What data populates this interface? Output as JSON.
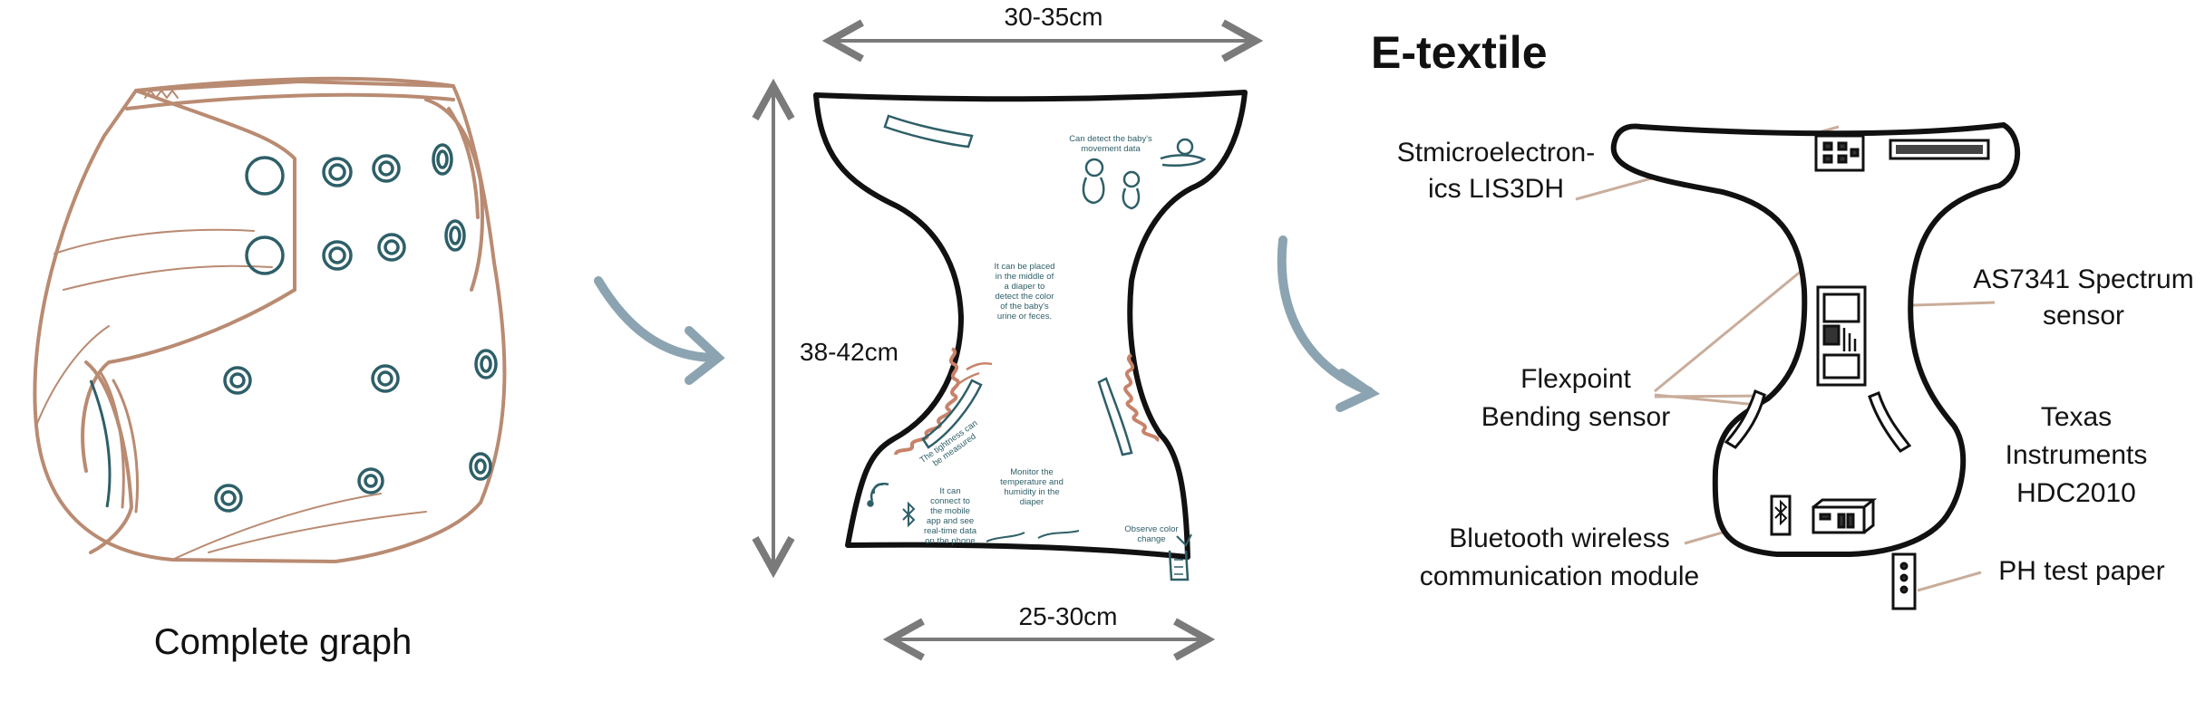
{
  "figure": {
    "panels": {
      "complete": {
        "caption": "Complete graph"
      },
      "flat": {
        "width_top": "30-35cm",
        "width_bottom": "25-30cm",
        "height": "38-42cm",
        "notes": {
          "movement_lines": [
            "Can detect the baby's",
            "movement data"
          ],
          "urine_lines": [
            "It can be placed",
            "in the middle of",
            "a diaper to",
            "detect the color",
            "of the baby's",
            "urine or feces."
          ],
          "tightness_lines": [
            "The tightness can",
            "be measured"
          ],
          "app_lines": [
            "It can",
            "connect to",
            "the mobile",
            "app and see",
            "real-time data",
            "on the phone"
          ],
          "temp_lines": [
            "Monitor the",
            "temperature and",
            "humidity in the",
            "diaper"
          ],
          "color_lines": [
            "Observe color",
            "change"
          ]
        }
      },
      "etextile": {
        "title": "E-textile",
        "labels": {
          "accel": [
            "Stmicroelectron-",
            "ics LIS3DH"
          ],
          "spectrum": [
            "AS7341 Spectrum",
            "sensor"
          ],
          "flex": [
            "Flexpoint",
            "Bending sensor"
          ],
          "hdc": [
            "Texas",
            "Instruments",
            "HDC2010"
          ],
          "bluetooth": [
            "Bluetooth wireless",
            "communication module"
          ],
          "ph": [
            "PH test paper"
          ]
        }
      }
    },
    "colors": {
      "diaper_outline": "#b98b72",
      "snap": "#2e5f68",
      "arrow": "#8ca4b1",
      "dimension_line": "#7a7a7a",
      "leader_line": "#c9ad9b",
      "elastic": "#c8826a"
    }
  }
}
